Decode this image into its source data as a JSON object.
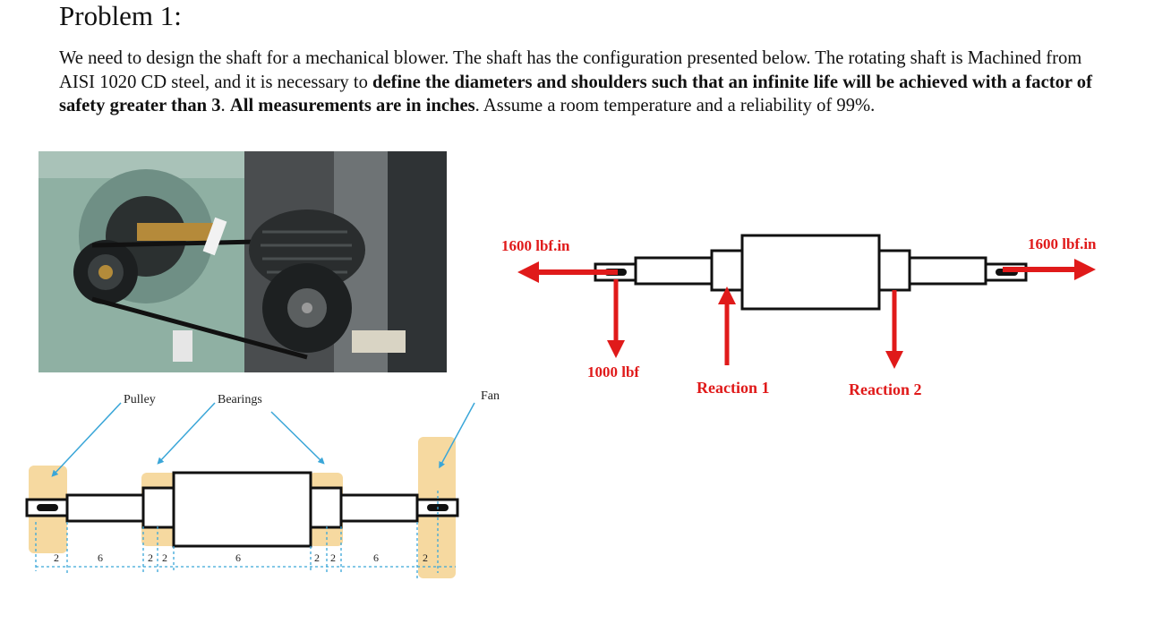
{
  "title": "Problem 1:",
  "paragraph": {
    "p1": "We need to design the shaft for a mechanical blower. The shaft has the configuration presented below. The rotating shaft is Machined from AISI 1020 CD steel, and it is necessary to ",
    "b1": "define the diameters and shoulders such that an infinite life will be achieved with a factor of safety greater than 3",
    "p2": ". ",
    "b2": "All measurements are in inches",
    "p3": ". Assume a room temperature and a reliability of 99%."
  },
  "fbd": {
    "torque_left": "1600 lbf.in",
    "torque_right": "1600 lbf.in",
    "force": "1000 lbf",
    "reaction1": "Reaction 1",
    "reaction2": "Reaction 2"
  },
  "shaft_diagram": {
    "pulley": "Pulley",
    "bearings": "Bearings",
    "fan": "Fan",
    "dims": [
      "2",
      "6",
      "2",
      "2",
      "6",
      "2",
      "2",
      "6",
      "2"
    ]
  },
  "colors": {
    "red": "#e01a1a",
    "highlight": "#f6d9a0",
    "blue": "#3aa6d8"
  }
}
